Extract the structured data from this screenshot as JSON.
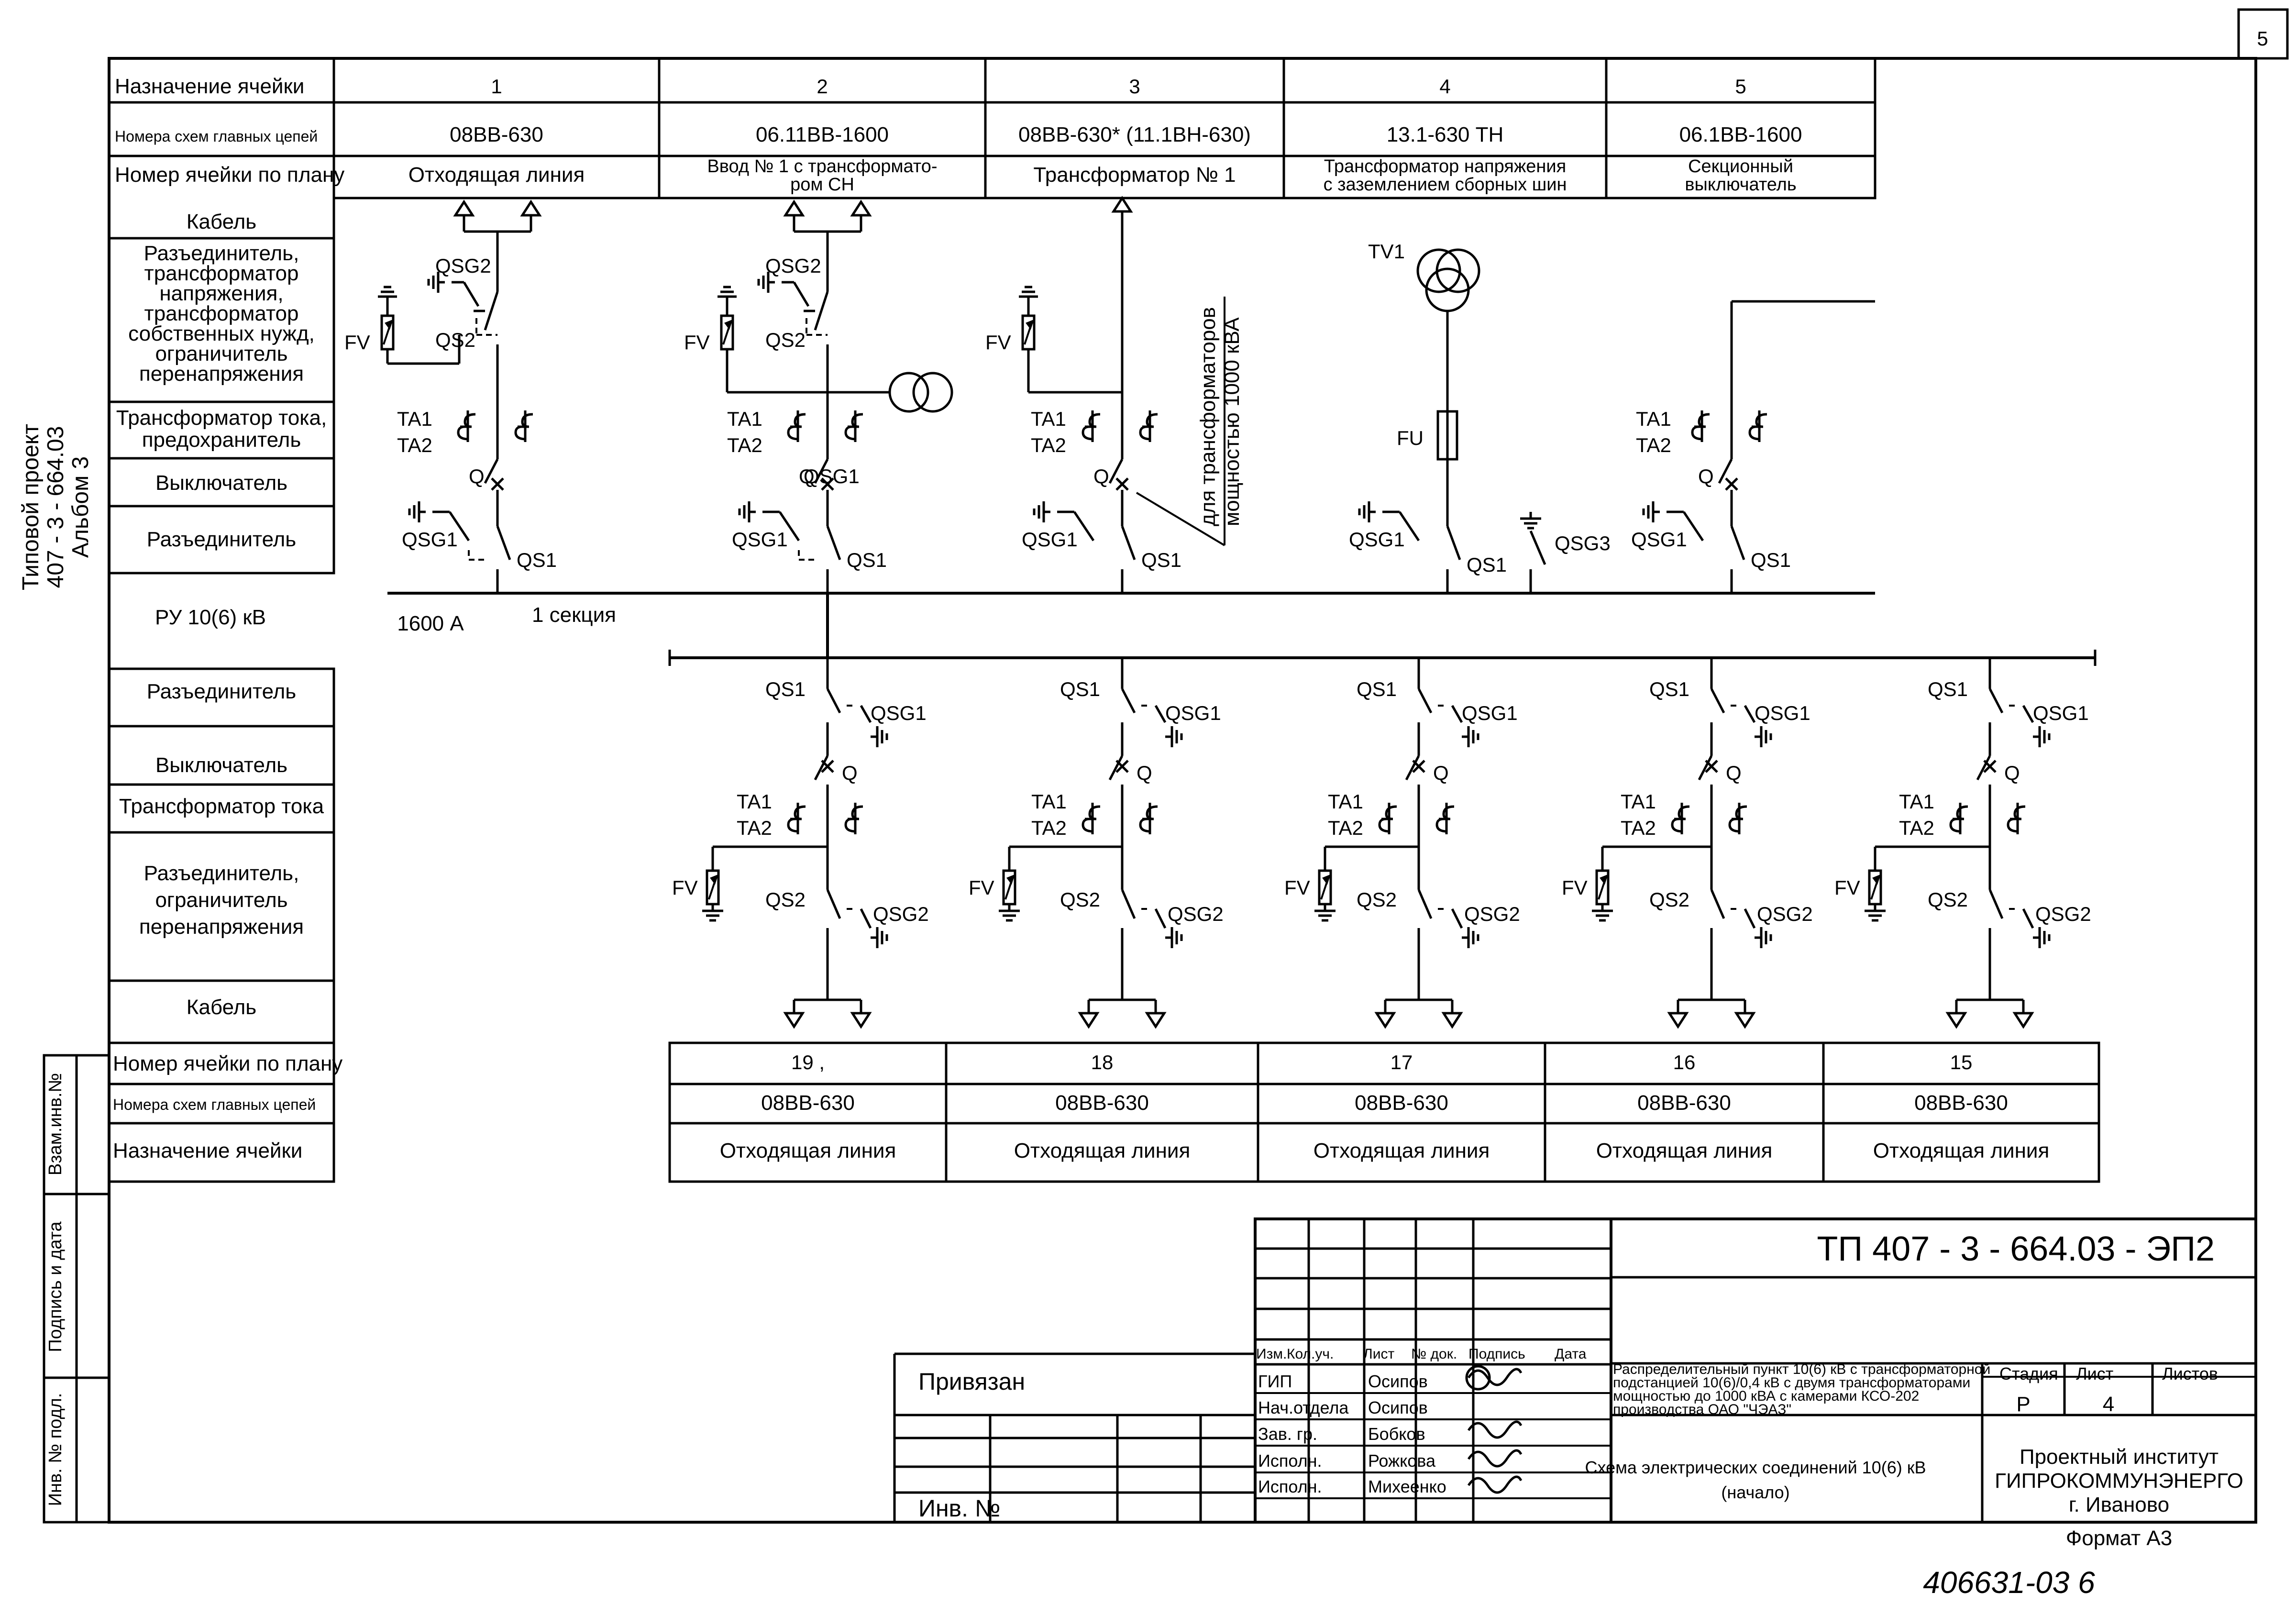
{
  "sheet": {
    "page_number": "5",
    "side_title": [
      "Типовой проект",
      "407 - 3 - 664.03",
      "Альбом 3"
    ],
    "bottom_handwriting": "406631-03 6"
  },
  "top_section": {
    "row_labels": {
      "cell_purpose": "Назначение ячейки",
      "scheme_numbers": "Номера схем главных цепей",
      "cell_number_plan": "Номер ячейки по плану",
      "cable": "Кабель",
      "disconnector_group": [
        "Разъединитель,",
        "трансформатор",
        "напряжения,",
        "трансформатор",
        "собственных нужд,",
        "ограничитель",
        "перенапряжения"
      ],
      "ct_fuse": [
        "Трансформатор тока,",
        "предохранитель"
      ],
      "breaker": "Выключатель",
      "disconnector": "Разъединитель",
      "switchgear": "РУ 10(6) кВ"
    },
    "cells": [
      {
        "number": "1",
        "scheme": "08ВВ-630",
        "purpose": [
          "Отходящая линия"
        ]
      },
      {
        "number": "2",
        "scheme": "06.11ВВ-1600",
        "purpose": [
          "Ввод № 1 с трансформато-",
          "ром СН"
        ]
      },
      {
        "number": "3",
        "scheme": "08ВВ-630* (11.1ВН-630)",
        "purpose": [
          "Трансформатор № 1"
        ]
      },
      {
        "number": "4",
        "scheme": "13.1-630 ТН",
        "purpose": [
          "Трансформатор напряжения",
          "с заземлением сборных шин"
        ]
      },
      {
        "number": "5",
        "scheme": "06.1ВВ-1600",
        "purpose": [
          "Секционный",
          "выключатель"
        ]
      }
    ],
    "bus_rating": "1600 А",
    "section": "1 секция",
    "transformer_note": [
      "для трансформаторов",
      "мощностью 1000 кВА"
    ]
  },
  "bottom_section": {
    "row_labels": {
      "disconnector": "Разъединитель",
      "breaker": "Выключатель",
      "ct": "Трансформатор тока",
      "disconnector_arrester": [
        "Разъединитель,",
        "ограничитель",
        "перенапряжения"
      ],
      "cable": "Кабель",
      "cell_number_plan": "Номер ячейки по плану",
      "scheme_numbers": "Номера схем главных цепей",
      "cell_purpose": "Назначение ячейки"
    },
    "cells": [
      {
        "number": "19 ,",
        "scheme": "08ВВ-630",
        "purpose": "Отходящая линия"
      },
      {
        "number": "18",
        "scheme": "08ВВ-630",
        "purpose": "Отходящая линия"
      },
      {
        "number": "17",
        "scheme": "08ВВ-630",
        "purpose": "Отходящая линия"
      },
      {
        "number": "16",
        "scheme": "08ВВ-630",
        "purpose": "Отходящая линия"
      },
      {
        "number": "15",
        "scheme": "08ВВ-630",
        "purpose": "Отходящая линия"
      }
    ]
  },
  "designators": {
    "qsg2": "QSG2",
    "qs2": "QS2",
    "qs1": "QS1",
    "qsg1": "QSG1",
    "qsg3": "QSG3",
    "ta1": "TA1",
    "ta2": "TA2",
    "q": "Q",
    "fv": "FV",
    "fu": "FU",
    "tv1": "TV1"
  },
  "left_stamp": [
    "Взам.инв.№",
    "Подпись и дата",
    "Инв. № подл."
  ],
  "title_block": {
    "doc_code": "ТП  407 - 3 - 664.03 -  ЭП2",
    "bound": "Привязан",
    "inv_no": "Инв. №",
    "col_headers": [
      "Изм.",
      "Кол.уч.",
      "Лист",
      "№ док.",
      "Подпись",
      "Дата"
    ],
    "people": [
      {
        "role": "ГИП",
        "name": "Осипов"
      },
      {
        "role": "Нач.отдела",
        "name": "Осипов"
      },
      {
        "role": "Зав. гр.",
        "name": "Бобков"
      },
      {
        "role": "Исполн.",
        "name": "Рожкова"
      },
      {
        "role": "Исполн.",
        "name": "Михеенко"
      }
    ],
    "description": [
      "Распределительный пункт 10(6) кВ с трансформаторной",
      "подстанцией 10(6)/0,4 кВ с двумя трансформаторами",
      "мощностью до 1000 кВА с камерами КСО-202",
      "производства ОАО \"ЧЭАЗ\""
    ],
    "drawing_name": [
      "Схема электрических соединений 10(6) кВ",
      "(начало)"
    ],
    "stage_label": "Стадия",
    "sheet_label": "Лист",
    "sheets_label": "Листов",
    "stage": "Р",
    "sheet": "4",
    "org": [
      "Проектный институт",
      "ГИПРОКОММУНЭНЕРГО",
      "г. Иваново"
    ],
    "format": "Формат А3"
  }
}
